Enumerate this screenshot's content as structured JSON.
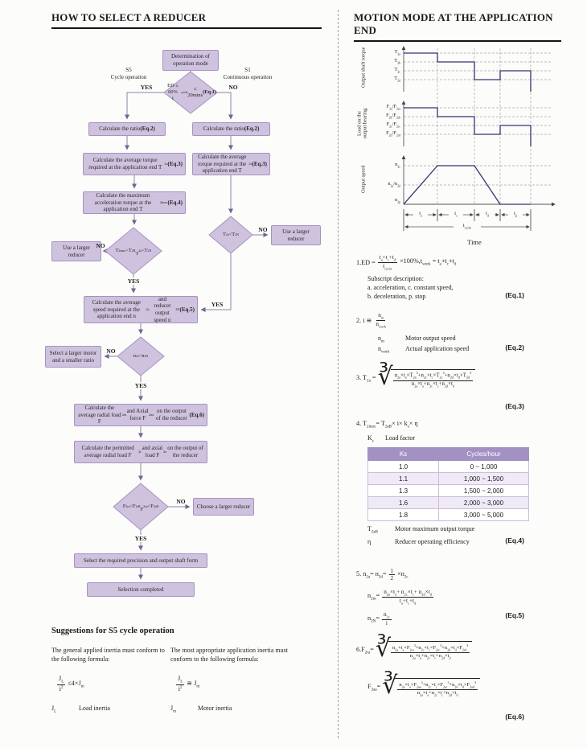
{
  "sym": {
    "cbrt": "∛"
  },
  "colors": {
    "node_fill": "#cfc2de",
    "node_border": "#a593c1",
    "table_header": "#a291c2",
    "waveform": "#373173"
  },
  "left": {
    "title": "HOW TO SELECT A REDUCER",
    "flow": {
      "determination": "Determination of<br>operation mode",
      "s5": "S5<br>Cycle operation",
      "s1": "S1<br>Continuous operation",
      "yes": "YES",
      "no": "NO",
      "ed_condition": "ED ≤ 60%<br>t<sub>cycle</sub> ≤ 20mins<br><b>(Eq.1)</b>",
      "calc_ratio_l": "Calculate the ratio <b>(Eq.2)</b>",
      "calc_ratio_r": "Calculate the ratio<b>(Eq.2)</b>",
      "avg_torque_l": "Calculate the average torque required at the application end T<sub>2a</sub> <b>(Eq.3)</b>",
      "avg_torque_r": "Calculate the average torque required at the application end T<sub>2a</sub> <b>(Eq.3)</b>",
      "max_accel": "Calculate the maximum acceleration torque at the application end T<sub>2max</sub> <b>(Eq.4)</b>",
      "cond_torque": "T<sub>2max</sub>&lt;T<sub>2B</sub><br>T<sub>2a</sub>&lt;T<sub>2N</sub>",
      "use_larger_l": "Use a larger<br>reducer",
      "cond_torque_r": "T<sub>2a</sub>&lt;T<sub>2N</sub>",
      "use_larger_r": "Use a larger<br>reducer",
      "avg_speed": "Calculate the average speed required at the application end n<sub>2a</sub> and reducer output speed n<sub>2N</sub> <b>(Eq.5)</b>",
      "cond_speed": "n<sub>2a</sub>&lt;n<sub>2N</sub>",
      "larger_motor": "Select a larger motor and a smaller ratio",
      "radial_load": "Calculate the average radial load F<sub>2ra</sub> and Axial force F<sub>2aa</sub> on the output of the reducer <b>(Eq.6)</b>",
      "permitted_load": "Calculate the permitted average radial load F<sub>2r</sub> and axial load F<sub>2a</sub> on the output of the reducer",
      "cond_load": "F<sub>2ra</sub>&lt;F<sub>2rB</sub><br>F<sub>2aa</sub>&lt;F<sub>2aB</sub>",
      "choose_larger": "Choose a larger reducer",
      "precision": "Select the required precision and output shaft form",
      "completed": "Selection completed"
    },
    "suggestions": {
      "heading": "Suggestions for S5 cycle operation",
      "col1_text": "The general applied inertia must conform to the following formula:",
      "col1_num": "J<sub>L</sub>",
      "col1_den": "i<sup>2</sup>",
      "col1_rest": "≤4×J<sub>m</sub>",
      "col1_note_sym": "J<sub>L</sub>",
      "col1_note": "Load inertia",
      "col2_text": "The most appropriate application  inertia must conform to the following formula:",
      "col2_num": "J<sub>L</sub>",
      "col2_den": "i<sup>2</sup>",
      "col2_rest": "≅ J<sub>m</sub>",
      "col2_note_sym": "J<sub>m</sub>",
      "col2_note": "Motor inertia"
    }
  },
  "right": {
    "title": "MOTION MODE AT THE APPLICATION END",
    "chart": {
      "ylabel_torque": "Output shaft torque",
      "ylabel_load": "Load on the<br>output bearing",
      "ylabel_speed": "Output speed",
      "torque_ticks": [
        "T<sub>2a</sub>",
        "T<sub>2b</sub>",
        "T<sub>2c</sub>",
        "T<sub>2d</sub>"
      ],
      "load_ticks": [
        "F<sub>2a</sub>/F<sub>2ra</sub>",
        "F<sub>2b</sub>/F<sub>2rb</sub>",
        "F<sub>2c</sub>/F<sub>2rc</sub>",
        "F<sub>2d</sub>/F<sub>2rd</sub>"
      ],
      "speed_ticks": [
        "n<sub>2c</sub>",
        "n<sub>2a</sub>/n<sub>2d</sub>",
        "n<sub>2p</sub>"
      ],
      "time_ticks": [
        "t<sub>a</sub>",
        "t<sub>c</sub>",
        "t<sub>d</sub>",
        "t<sub>p</sub>"
      ],
      "t_cycle": "t<sub>cycle</sub>",
      "time_label": "Time"
    },
    "eq1": {
      "lead": "1.ED =",
      "num": "t<sub>a</sub>+t<sub>c</sub>+t<sub>d</sub>",
      "den": "t<sub>cycle</sub>",
      "rest": "×100%,t<sub>work</sub> = t<sub>a</sub>+t<sub>c</sub>+t<sub>d</sub>",
      "sub_title": "Subscript description:",
      "sub_line1": "a. acceleration, c. constant speed,",
      "sub_line2": "b. deceleration, p. stop",
      "tag": "(Eq.1)"
    },
    "eq2": {
      "lead": "2. i ≅",
      "num": "n<sub>m</sub>",
      "den": "n<sub>work</sub>",
      "note1_sym": "n<sub>m</sub>",
      "note1": "Motor output speed",
      "note2_sym": "n<sub>work</sub>",
      "note2": "Actual application speed",
      "tag": "(Eq.2)"
    },
    "eq3": {
      "lead": "3. T<sub>2a</sub> =",
      "num": "n<sub>2a</sub>×t<sub>a</sub>×T<sub>2a</sub><sup>3</sup>+n<sub>2c</sub>×t<sub>c</sub>×T<sub>2c</sub><sup>3</sup>+n<sub>2d</sub>×t<sub>d</sub>×T<sub>2d</sub><sup>3</sup>",
      "den": "n<sub>2a</sub>×t<sub>a</sub>+n<sub>2c</sub>×t<sub>c</sub>+n<sub>2d</sub>×t<sub>d</sub>",
      "tag": "(Eq.3)"
    },
    "eq4": {
      "lead": "4. T<sub>2max</sub>= T<sub>2aB</sub>× i× k<sub>s</sub>× η",
      "ks_sym": "K<sub>s</sub>",
      "ks_label": "Load factor",
      "table": {
        "headers": [
          "Ks",
          "Cycles/hour"
        ],
        "rows": [
          [
            "1.0",
            "0 ~ 1,000"
          ],
          [
            "1.1",
            "1,000 ~ 1,500"
          ],
          [
            "1.3",
            "1,500 ~ 2,000"
          ],
          [
            "1.6",
            "2,000 ~ 3,000"
          ],
          [
            "1.8",
            "3,000 ~ 5,000"
          ]
        ]
      },
      "note1_sym": "T<sub>2aB</sub>",
      "note1": "Motor maximum output torque",
      "note2_sym": "η",
      "note2": "Reducer operating efficiency",
      "tag": "(Eq.4)"
    },
    "eq5": {
      "lead": "5. n<sub>2a</sub>= n<sub>2d</sub>=",
      "num1": "1",
      "den1": "2",
      "rest1": "×n<sub>2c</sub>",
      "lead2": "n<sub>2m</sub>=",
      "num2": "n<sub>2a</sub>×t<sub>a</sub>+ n<sub>2c</sub>×t<sub>c</sub>+ n<sub>2d</sub>×t<sub>d</sub>",
      "den2": "t<sub>a</sub>+t<sub>c</sub>+t<sub>d</sub>",
      "lead3": "n<sub>2N</sub>=",
      "num3": "n<sub>2c</sub>",
      "den3": "i",
      "tag": "(Eq.5)"
    },
    "eq6": {
      "lead1": "6.F<sub>2ra</sub>=",
      "num1": "n<sub>2a</sub>×t<sub>a</sub>×F<sub>2ra</sub><sup>3</sup>+n<sub>2c</sub>×t<sub>c</sub>×F<sub>2rc</sub><sup>3</sup>+n<sub>2d</sub>×t<sub>d</sub>×F<sub>2rd</sub><sup>3</sup>",
      "den1": "n<sub>2a</sub>×t<sub>a</sub>+n<sub>2c</sub>×t<sub>c</sub>+n<sub>2d</sub>×t<sub>d</sub>",
      "lead2": "F<sub>2aa</sub>=",
      "num2": "n<sub>2a</sub>×t<sub>a</sub>×F<sub>2aa</sub><sup>3</sup>+n<sub>2c</sub>×t<sub>c</sub>×F<sub>2ac</sub><sup>3</sup>+n<sub>2d</sub>×t<sub>d</sub>×F<sub>2ad</sub><sup>3</sup>",
      "den2": "n<sub>2a</sub>×t<sub>a</sub>+n<sub>2c</sub>×t<sub>c</sub>+n<sub>2d</sub>×t<sub>d</sub>",
      "tag": "(Eq.6)"
    }
  },
  "chart_data": {
    "type": "line",
    "title": "Motion mode at the application end",
    "xlabel": "Time",
    "x_segments": [
      "ta",
      "tc",
      "td",
      "tp"
    ],
    "x_span_label": "tcycle",
    "subplots": [
      {
        "ylabel": "Output shaft torque",
        "tick_labels": [
          "T2a",
          "T2b",
          "T2c",
          "T2d"
        ],
        "segment_levels": [
          "T2a",
          "T2b",
          "T2d",
          "T2c"
        ],
        "shape": "step"
      },
      {
        "ylabel": "Load on the output bearing",
        "tick_labels": [
          "F2a/F2ra",
          "F2b/F2rb",
          "F2c/F2rc",
          "F2d/F2rd"
        ],
        "segment_levels": [
          "F2a",
          "F2b",
          "F2d",
          "F2c"
        ],
        "shape": "step"
      },
      {
        "ylabel": "Output speed",
        "tick_labels": [
          "n2c",
          "n2a/n2d",
          "n2p"
        ],
        "shape": "trapezoid: rises during ta to n2c, constant during tc, falls during td, zero during tp"
      }
    ],
    "grid": "dashed guide lines",
    "legend": "none"
  }
}
